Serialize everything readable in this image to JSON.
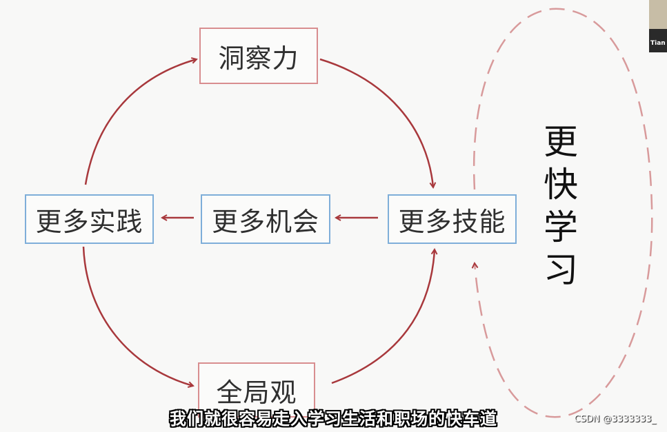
{
  "nodes": {
    "insight": "洞察力",
    "practice": "更多实践",
    "opportunity": "更多机会",
    "skills": "更多技能",
    "big_picture": "全局观"
  },
  "loop_label": [
    "更",
    "快",
    "学",
    "习"
  ],
  "subtitle": "我们就很容易走入学习生活和职场的快车道",
  "watermark": "CSDN @3333333_",
  "avatar_label": "Tian",
  "colors": {
    "arrow": "#a8383c",
    "red_border": "#d88d8f",
    "blue_border": "#7eaed9",
    "dashed_loop": "#d89a9b"
  }
}
